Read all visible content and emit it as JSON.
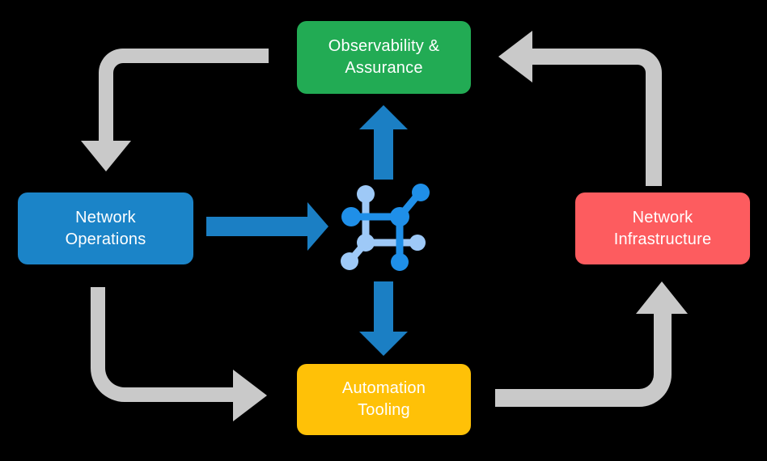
{
  "diagram": {
    "title": "Network automation cycle diagram",
    "background_color": "#000000",
    "center_icon": {
      "name": "network-topology-icon",
      "primary_color": "#1f8fe8",
      "secondary_color": "#9ec9f7"
    },
    "nodes": [
      {
        "id": "observability",
        "label": "Observability &\nAssurance",
        "color": "#22ab54",
        "text_color": "#ffffff",
        "position": "top"
      },
      {
        "id": "network-operations",
        "label": "Network\nOperations",
        "color": "#1b84c8",
        "text_color": "#ffffff",
        "position": "left"
      },
      {
        "id": "network-infrastructure",
        "label": "Network\nInfrastructure",
        "color": "#fd5c5f",
        "text_color": "#ffffff",
        "position": "right"
      },
      {
        "id": "automation-tooling",
        "label": "Automation\nTooling",
        "color": "#ffc107",
        "text_color": "#ffffff",
        "position": "bottom"
      }
    ],
    "connectors": [
      {
        "id": "arrow-operations-to-center",
        "style": "straight",
        "direction": "right",
        "color": "#1b7fc4",
        "from": "network-operations",
        "to": "center-icon"
      },
      {
        "id": "arrow-center-to-observability",
        "style": "straight",
        "direction": "up",
        "color": "#1b7fc4",
        "from": "center-icon",
        "to": "observability"
      },
      {
        "id": "arrow-center-to-automation",
        "style": "straight",
        "direction": "down",
        "color": "#1b7fc4",
        "from": "center-icon",
        "to": "automation-tooling"
      },
      {
        "id": "arrow-observability-to-operations",
        "style": "elbow",
        "direction": "down",
        "color": "#c9c9c9",
        "from": "observability",
        "to": "network-operations"
      },
      {
        "id": "arrow-infrastructure-to-observability",
        "style": "elbow",
        "direction": "left",
        "color": "#c9c9c9",
        "from": "network-infrastructure",
        "to": "observability"
      },
      {
        "id": "arrow-operations-to-automation",
        "style": "elbow",
        "direction": "right",
        "color": "#c9c9c9",
        "from": "network-operations",
        "to": "automation-tooling"
      },
      {
        "id": "arrow-automation-to-infrastructure",
        "style": "elbow",
        "direction": "up",
        "color": "#c9c9c9",
        "from": "automation-tooling",
        "to": "network-infrastructure"
      }
    ]
  }
}
